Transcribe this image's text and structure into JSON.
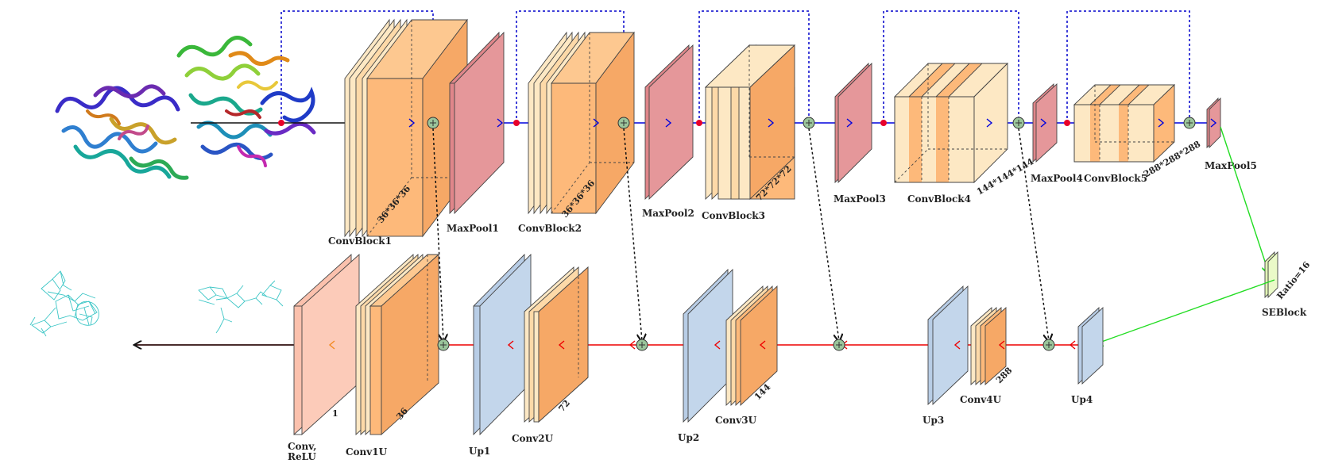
{
  "colors": {
    "conv": "#fdb97a",
    "conv_light": "#fde8c4",
    "pool": "#e0868a",
    "up": "#b8cde6",
    "final": "#fbc1ad",
    "se": "#e2f6b6",
    "encoder_flow": "#0000dd",
    "decoder_flow": "#ee0000",
    "skip": "#0000cc",
    "se_link": "#22dd22",
    "node": "#e8002a",
    "sum": "#9bc59b"
  },
  "icons": {
    "protein_structure": "protein-ribbon-icon",
    "mesh_output": "mesh-wireframe-icon"
  },
  "encoder": {
    "convblock1": {
      "label": "ConvBlock1",
      "dim": "36*36*36"
    },
    "maxpool1": {
      "label": "MaxPool1"
    },
    "convblock2": {
      "label": "ConvBlock2",
      "dim": "36*36*36"
    },
    "maxpool2": {
      "label": "MaxPool2"
    },
    "convblock3": {
      "label": "ConvBlock3",
      "dim": "72*72*72"
    },
    "maxpool3": {
      "label": "MaxPool3"
    },
    "convblock4": {
      "label": "ConvBlock4",
      "dim": "144*144*144"
    },
    "maxpool4": {
      "label": "MaxPool4"
    },
    "convblock5": {
      "label": "ConvBlock5",
      "dim": "288*288*288"
    },
    "maxpool5": {
      "label": "MaxPool5"
    }
  },
  "seblock": {
    "label": "SEBlock",
    "ratio": "Ratio=16"
  },
  "decoder": {
    "up4": {
      "label": "Up4"
    },
    "conv4u": {
      "label": "Conv4U",
      "dim": "288"
    },
    "up3": {
      "label": "Up3"
    },
    "conv3u": {
      "label": "Conv3U",
      "dim": "144"
    },
    "up2": {
      "label": "Up2"
    },
    "conv2u": {
      "label": "Conv2U",
      "dim": "72"
    },
    "up1": {
      "label": "Up1"
    },
    "conv1u": {
      "label": "Conv1U",
      "dim": "36"
    },
    "final": {
      "label_line1": "Conv,",
      "label_line2": "ReLU",
      "dim": "1"
    }
  }
}
